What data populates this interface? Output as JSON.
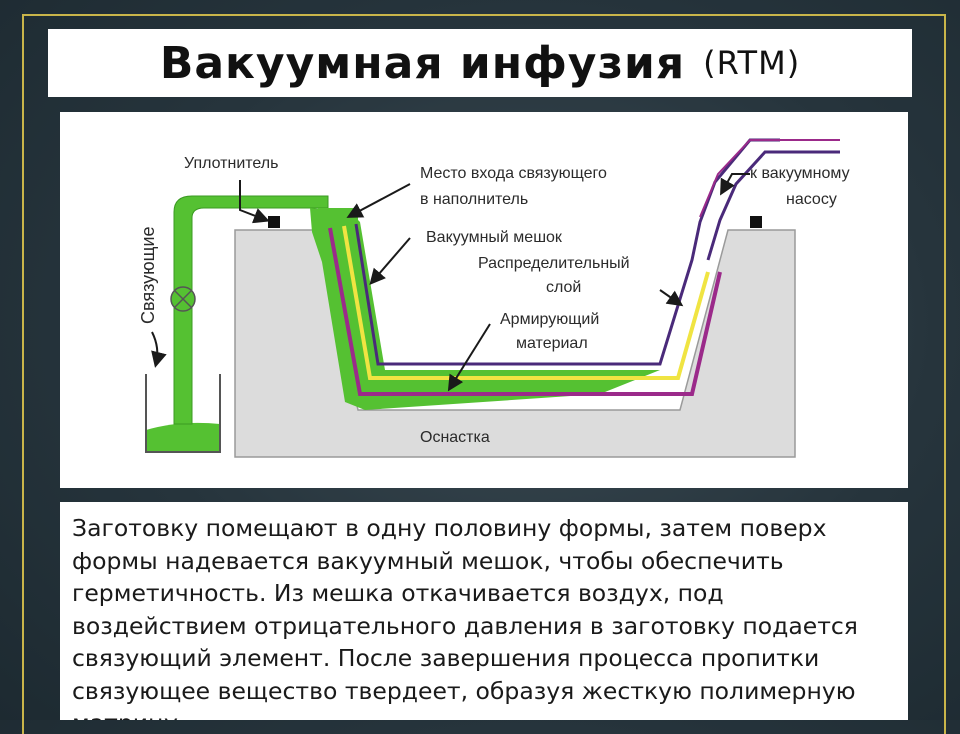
{
  "title": {
    "main": "Вакуумная инфузия",
    "sub": "(RTM)"
  },
  "diagram": {
    "labels": {
      "sealant": "Уплотнитель",
      "resin_inlet_line1": "Место входа связующего",
      "resin_inlet_line2": "в наполнитель",
      "vacuum_pump_line1": "к вакуумному",
      "vacuum_pump_line2": "насосу",
      "vacuum_bag": "Вакуумный мешок",
      "distribution_line1": "Распределительный",
      "distribution_line2": "слой",
      "reinforcement_line1": "Армирующий",
      "reinforcement_line2": "материал",
      "tooling": "Оснастка",
      "resin_vertical": "Связующие"
    },
    "colors": {
      "resin": "#55c132",
      "resin_dark": "#3a9a22",
      "tooling": "#dcdcdc",
      "vacuum_bag": "#4a2a7a",
      "distribution": "#f0e442",
      "reinforcement": "#9b2a8a"
    }
  },
  "description": "Заготовку помещают в одну половину формы, затем поверх формы надевается вакуумный мешок, чтобы обеспечить герметичность. Из мешка откачивается воздух, под воздействием отрицательного давления в заготовку подается связующий элемент. После завершения процесса пропитки связующее вещество твердеет, образуя жесткую полимерную матрицу."
}
